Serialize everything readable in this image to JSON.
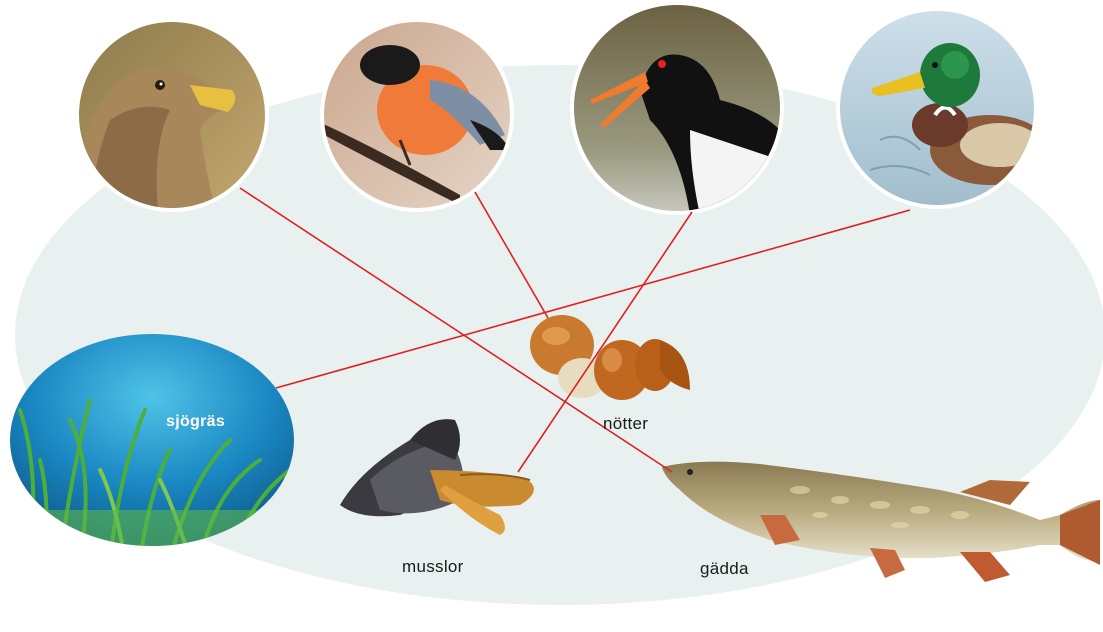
{
  "foods": {
    "seagrass": "sjögräs",
    "nuts": "nötter",
    "mussels": "musslor",
    "pike": "gädda"
  },
  "birds": [
    "eagle-icon",
    "bullfinch-icon",
    "oystercatcher-icon",
    "mallard-icon"
  ],
  "connections": [
    {
      "from": "eagle",
      "to": "gädda"
    },
    {
      "from": "bullfinch",
      "to": "nötter"
    },
    {
      "from": "oystercatcher",
      "to": "musslor"
    },
    {
      "from": "mallard",
      "to": "sjögräs"
    }
  ],
  "colors": {
    "line": "#e02020",
    "background_oval": "#e6f0ef"
  }
}
